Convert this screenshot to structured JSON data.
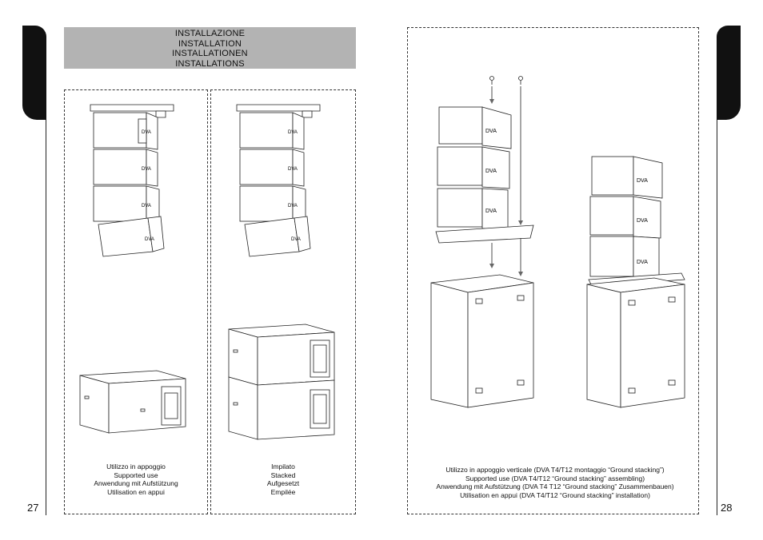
{
  "header": {
    "lines": [
      "INSTALLAZIONE",
      "INSTALLATION",
      "INSTALLATIONEN",
      "INSTALLATIONS"
    ]
  },
  "pages": {
    "left_number": "27",
    "right_number": "28"
  },
  "captions": {
    "supported": [
      "Utilizzo in appoggio",
      "Supported use",
      "Anwendung mit Aufstützung",
      "Utilisation en appui"
    ],
    "stacked": [
      "Impilato",
      "Stacked",
      "Aufgesetzt",
      "Empilée"
    ],
    "ground_stacking": [
      "Utilizzo in appoggio verticale (DVA T4/T12 montaggio “Ground stacking”)",
      "Supported use (DVA T4/T12 “Ground stacking” assembling)",
      "Anwendung mit Aufstützung (DVA T4 T12 “Ground stacking” Zusammenbauen)",
      "Utilisation en appui (DVA T4/T12 “Ground stacking” installation)"
    ]
  },
  "colors": {
    "header_bg": "#b3b3b3",
    "tab": "#111111",
    "line": "#222222"
  },
  "illustrations": {
    "logo_text": "DVA"
  }
}
